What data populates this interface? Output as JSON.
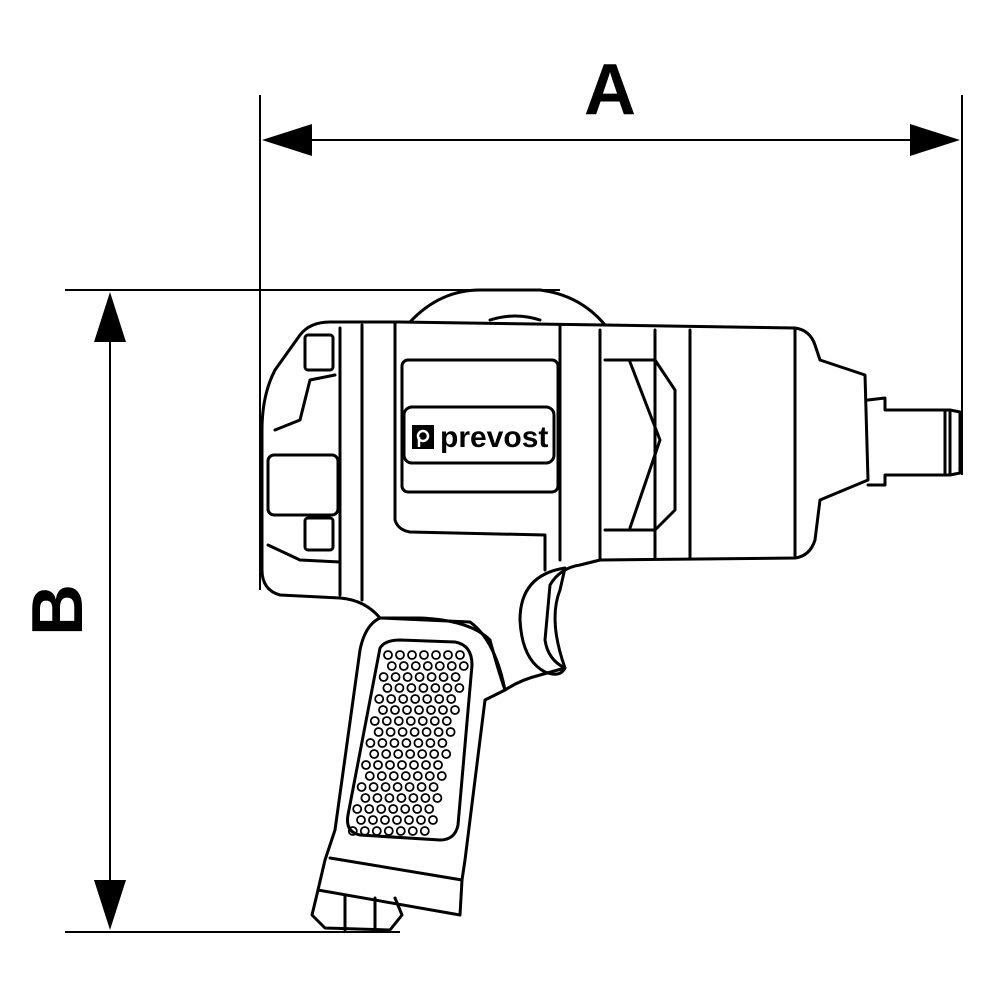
{
  "dimensions": {
    "length_label": "A",
    "height_label": "B"
  },
  "tool": {
    "brand": "prevost",
    "logo_icon": "prevost-logo-icon"
  },
  "colors": {
    "line": "#000000",
    "background": "#ffffff"
  }
}
